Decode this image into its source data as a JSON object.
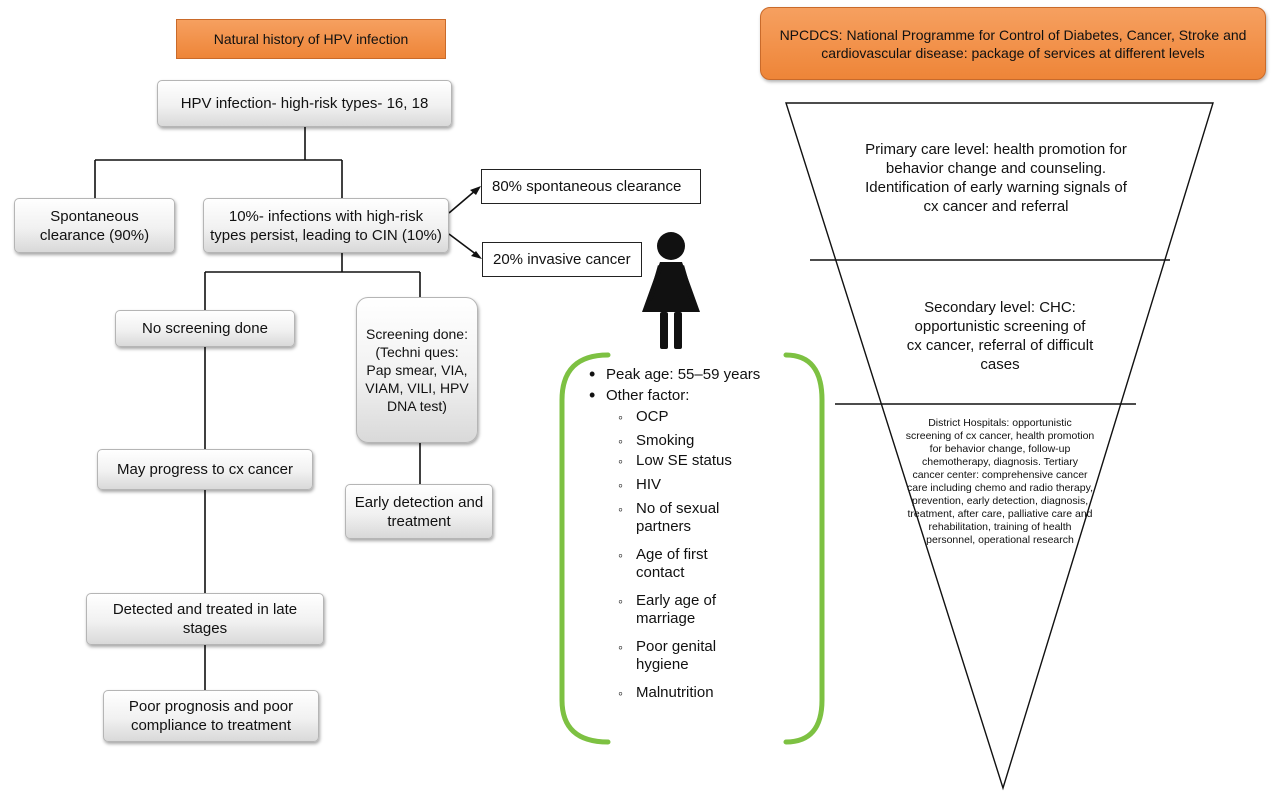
{
  "flow": {
    "title": "Natural history of HPV infection",
    "hpv_infection": "HPV infection- high-risk types- 16, 18",
    "spontaneous": "Spontaneous clearance (90%)",
    "persist": "10%- infections with high-risk types persist, leading to CIN (10%)",
    "clearance80": "80% spontaneous clearance",
    "invasive20": "20% invasive cancer",
    "no_screening": "No screening done",
    "screening_done": "Screening done: (Techni ques: Pap smear, VIA, VIAM, VILI, HPV DNA test)",
    "may_progress": "May progress to cx cancer",
    "early_detection": "Early detection and treatment",
    "late_stages": "Detected and treated in late stages",
    "poor_prognosis": "Poor prognosis and poor compliance to treatment"
  },
  "risk": {
    "peak_age": "Peak age: 55–59 years",
    "other_factor": "Other factor:",
    "factors": [
      "OCP",
      "Smoking",
      "Low SE status",
      "HIV",
      "No of sexual partners",
      "Age of first contact",
      "Early age of marriage",
      "Poor genital hygiene",
      "Malnutrition"
    ]
  },
  "npcdcs": {
    "title": "NPCDCS: National Programme for Control of Diabetes, Cancer, Stroke and cardiovascular disease: package of services at different levels",
    "primary": "Primary care level: health promotion for behavior change and counseling. Identification of early warning signals of cx cancer and referral",
    "secondary": "Secondary level: CHC: opportunistic screening of cx cancer, referral of difficult cases",
    "district": "District Hospitals: opportunistic screening of cx cancer, health promotion for behavior change, follow-up chemotherapy, diagnosis. Tertiary cancer center: comprehensive cancer care including chemo and radio therapy, prevention, early detection, diagnosis, treatment, after care, palliative care and rehabilitation, training of health personnel, operational research"
  },
  "colors": {
    "orange": "#ee8538",
    "green_bracket": "#7dc142"
  },
  "icons": {
    "woman": "woman-icon"
  }
}
